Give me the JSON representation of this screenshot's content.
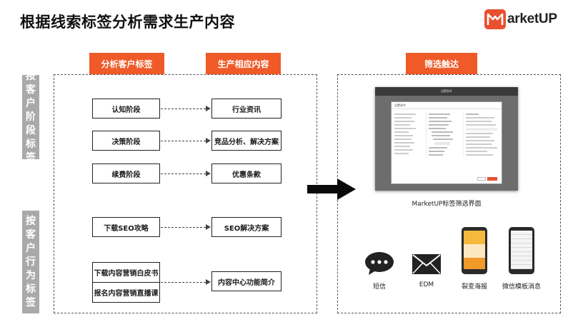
{
  "title": "根据线索标签分析需求生产内容",
  "logo": {
    "text": "arketUP",
    "icon": "marketup-m-icon"
  },
  "columns": {
    "analyze_tag": "分析客户标签",
    "produce_content": "生产相应内容",
    "filter_reach": "筛选触达"
  },
  "side_labels": {
    "by_stage": [
      "按",
      "客",
      "户",
      "阶",
      "段",
      "标",
      "签"
    ],
    "by_behavior": [
      "按",
      "客",
      "户",
      "行",
      "为",
      "标",
      "签"
    ]
  },
  "stages": [
    {
      "tag": "认知阶段",
      "content": "行业资讯"
    },
    {
      "tag": "决策阶段",
      "content": "竞品分析、解决方案"
    },
    {
      "tag": "续费阶段",
      "content": "优惠条款"
    }
  ],
  "behaviors": [
    {
      "tag": "下载SEO攻略",
      "content": "SEO解决方案"
    }
  ],
  "behavior_group": {
    "tags": [
      "下载内容营销白皮书",
      "报名内容营销直播课"
    ],
    "content": "内容中心功能简介"
  },
  "screenshot": {
    "bar_title": "设置条件",
    "dialog_title": "设置条件",
    "caption": "MarketUP标签筛选界面"
  },
  "channels": [
    {
      "label": "短信",
      "icon": "chat-bubble-icon"
    },
    {
      "label": "EDM",
      "icon": "envelope-icon"
    },
    {
      "label": "裂变海报",
      "icon": "phone-poster-icon"
    },
    {
      "label": "微信模板消息",
      "icon": "phone-wechat-icon"
    }
  ],
  "colors": {
    "accent": "#ef5a28",
    "side_label": "#a9a9a9"
  }
}
